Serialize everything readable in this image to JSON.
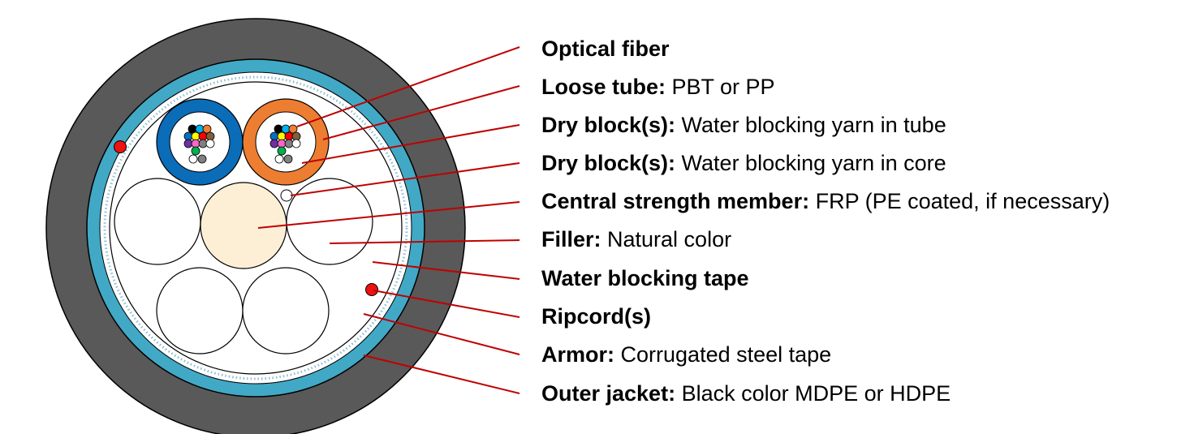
{
  "colors": {
    "outer_jacket": "#595959",
    "armor": "#41a9c5",
    "water_blocking_tape_dots": "#8bbfd6",
    "tube_blue": "#0b6cb8",
    "tube_orange": "#ed7d31",
    "central_member": "#fdefd5",
    "ripcord": "#ee1111",
    "leader": "#c00000",
    "fiber_colors": [
      "#0070c0",
      "#ed7d31",
      "#00b050",
      "#7f5f3f",
      "#808080",
      "#ffffff",
      "#ff0000",
      "#000000",
      "#ffff00",
      "#7030a0",
      "#ff66cc",
      "#00b0f0"
    ]
  },
  "labels": [
    {
      "bold": "Optical fiber",
      "rest": ""
    },
    {
      "bold": "Loose tube:",
      "rest": " PBT or PP"
    },
    {
      "bold": "Dry block(s):",
      "rest": " Water blocking yarn in tube"
    },
    {
      "bold": "Dry block(s):",
      "rest": " Water blocking yarn in core"
    },
    {
      "bold": "Central strength member:",
      "rest": " FRP (PE coated, if necessary)"
    },
    {
      "bold": "Filler:",
      "rest": " Natural color"
    },
    {
      "bold": "Water blocking tape",
      "rest": ""
    },
    {
      "bold": "Ripcord(s)",
      "rest": ""
    },
    {
      "bold": "Armor:",
      "rest": " Corrugated steel tape"
    },
    {
      "bold": "Outer jacket:",
      "rest": " Black color MDPE or HDPE"
    }
  ]
}
